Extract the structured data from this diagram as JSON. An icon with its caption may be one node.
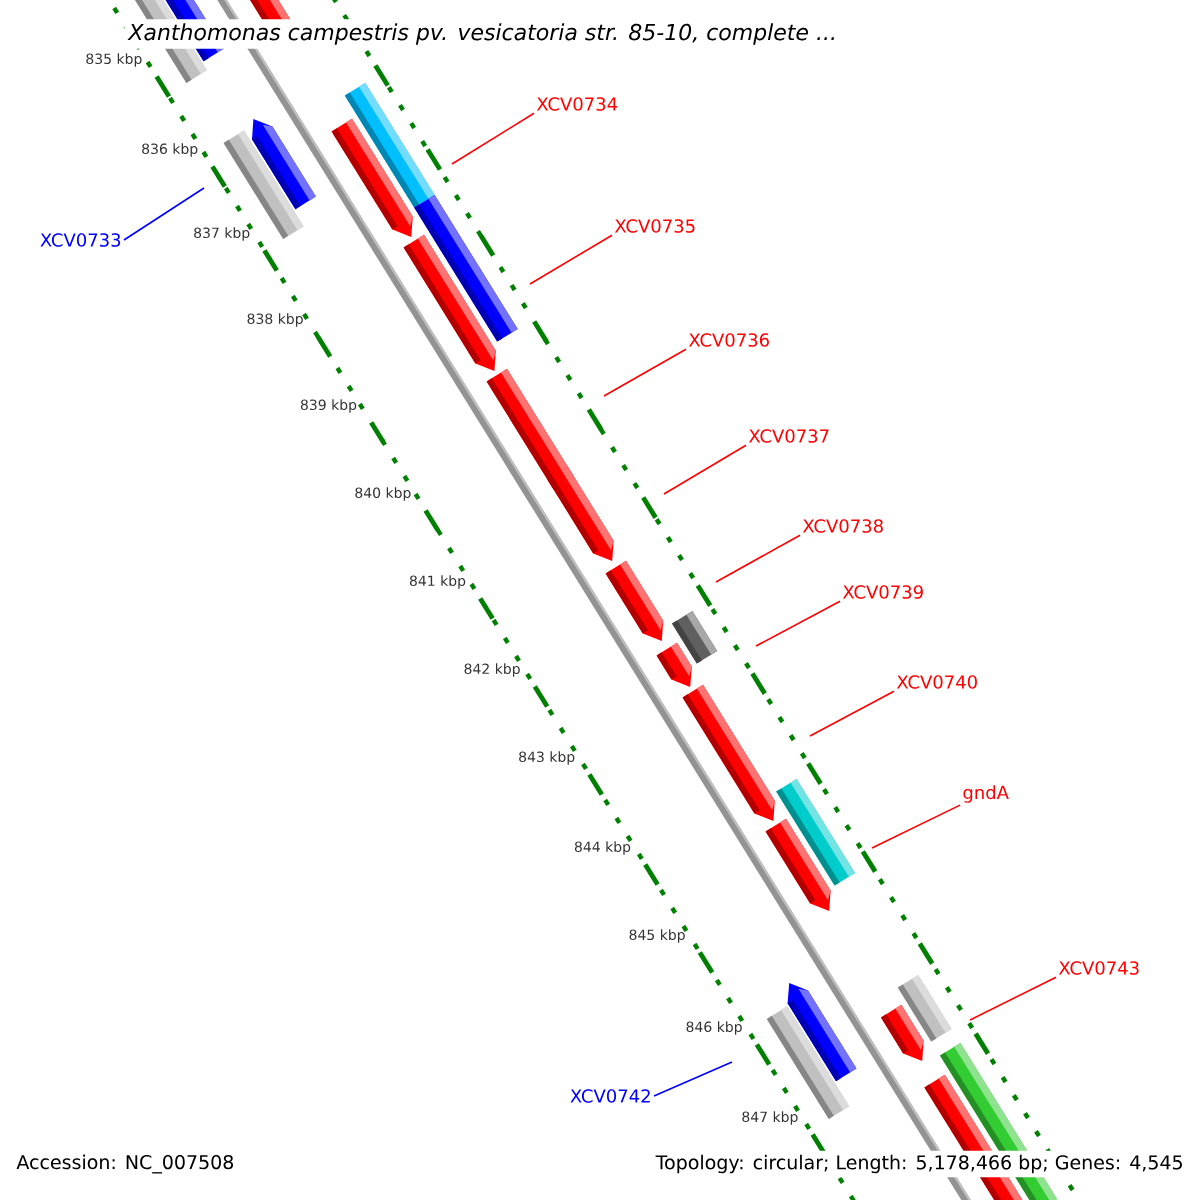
{
  "diagram": {
    "title": "Xanthomonas campestris pv. vesicatoria str. 85-10, complete ...",
    "nodes": [
      {
        "text": [
          "XCV0734"
        ]
      },
      {
        "text": [
          "XCV0735"
        ]
      },
      {
        "text": [
          "XCV0733"
        ]
      },
      {
        "text": [
          "XCV0736"
        ]
      },
      {
        "text": [
          "XCV0737"
        ]
      },
      {
        "text": [
          "XCV0738"
        ]
      },
      {
        "text": [
          "XCV0739"
        ]
      },
      {
        "text": [
          "XCV0740"
        ]
      },
      {
        "text": [
          "gndA"
        ]
      },
      {
        "text": [
          "XCV0743"
        ]
      },
      {
        "text": [
          "XCV0742"
        ]
      }
    ],
    "edges": [
      {
        "from": 0,
        "to": null,
        "arrow": "none"
      },
      {
        "from": 1,
        "to": null,
        "arrow": "none"
      },
      {
        "from": 2,
        "to": null,
        "arrow": "none",
        "color": "#0000ff"
      },
      {
        "from": 3,
        "to": null,
        "arrow": "none"
      },
      {
        "from": 4,
        "to": null,
        "arrow": "none"
      },
      {
        "from": 5,
        "to": null,
        "arrow": "none"
      },
      {
        "from": 6,
        "to": null,
        "arrow": "none"
      },
      {
        "from": 7,
        "to": null,
        "arrow": "none"
      },
      {
        "from": 8,
        "to": null,
        "arrow": "none"
      },
      {
        "from": 9,
        "to": null,
        "arrow": "none"
      },
      {
        "from": 10,
        "to": null,
        "arrow": "none",
        "color": "#0000ff"
      }
    ],
    "labels": [
      "835 kbp",
      "836 kbp",
      "837 kbp",
      "838 kbp",
      "839 kbp",
      "840 kbp",
      "841 kbp",
      "842 kbp",
      "843 kbp",
      "844 kbp",
      "845 kbp",
      "846 kbp",
      "847 kbp",
      "Accession: NC_007508",
      "Topology: circular; Length: 5,178,466 bp; Genes: 4,545"
    ]
  }
}
